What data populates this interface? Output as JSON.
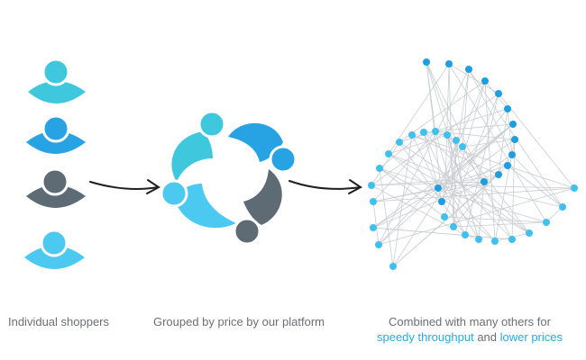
{
  "colors": {
    "cyan": "#3ec7dd",
    "blue": "#27a3e3",
    "slate": "#5e6b74",
    "sky": "#4cc9f1",
    "dot_blue": "#1e9ddf",
    "dot_cyan": "#3fc0ee",
    "edge": "#c9cdd1",
    "arrow": "#1f1f1f"
  },
  "icons": {
    "individual_shoppers": [
      "person-icon-cyan",
      "person-icon-blue",
      "person-icon-slate",
      "person-icon-sky"
    ],
    "group": "group-circle-icon",
    "network": "network-spiral-icon",
    "arrows": [
      "arrow-right-icon",
      "arrow-right-icon"
    ]
  },
  "captions": {
    "step1": "Individual shoppers",
    "step2": "Grouped by price by our platform",
    "step3_prefix": "Combined with many others for",
    "step3_link1": "speedy throughput",
    "step3_mid": "and",
    "step3_link2": "lower prices"
  }
}
